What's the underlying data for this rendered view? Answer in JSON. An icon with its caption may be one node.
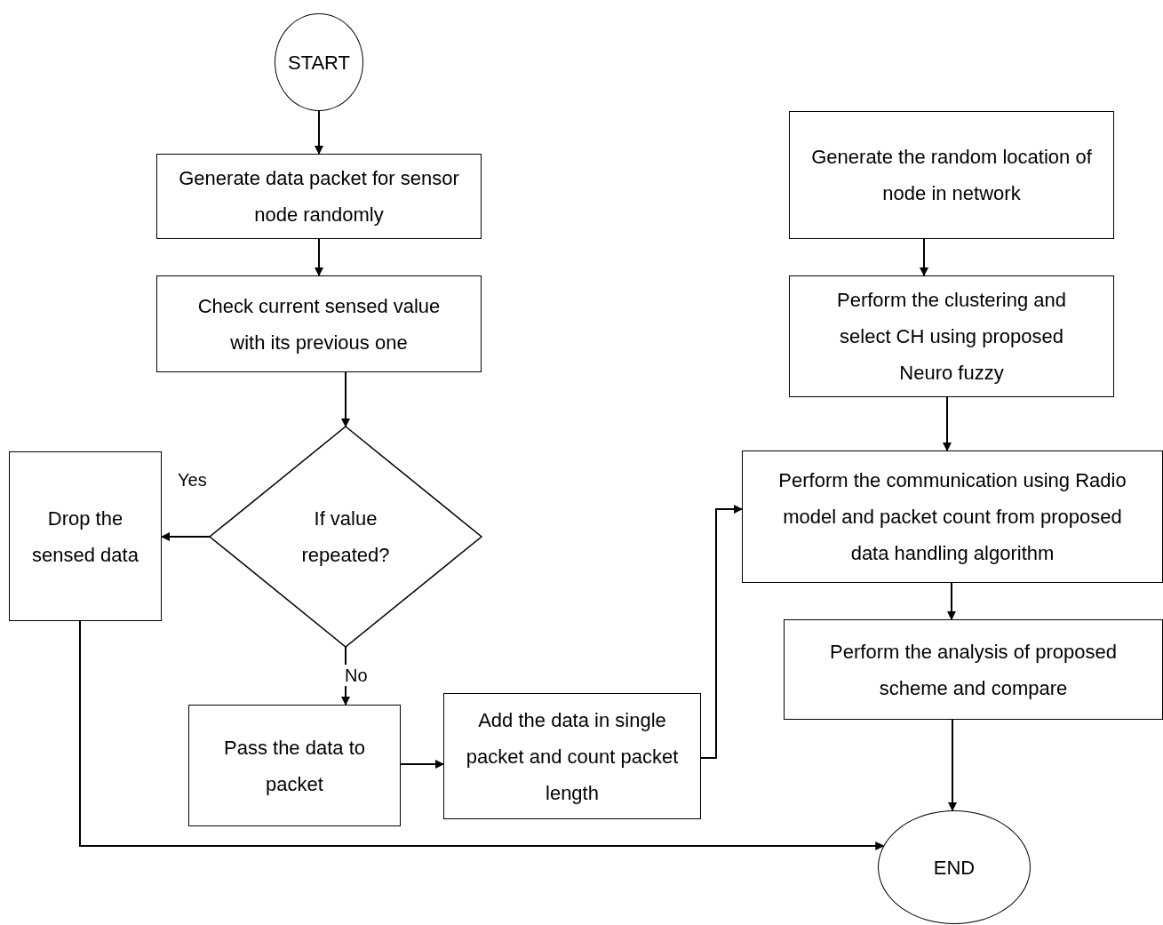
{
  "diagram": {
    "nodes": [
      {
        "text": [
          "START"
        ]
      },
      {
        "text": [
          "Generate data packet for sensor node randomly"
        ]
      },
      {
        "text": [
          "Check current sensed value with its previous one"
        ]
      },
      {
        "text": [
          "If value repeated?"
        ]
      },
      {
        "text": [
          "Drop the sensed data"
        ]
      },
      {
        "text": [
          "Pass the data to packet"
        ]
      },
      {
        "text": [
          "Add the data in single packet and count packet length"
        ]
      },
      {
        "text": [
          "Generate the random location of node in network"
        ]
      },
      {
        "text": [
          "Perform the clustering and select CH using proposed Neuro fuzzy"
        ]
      },
      {
        "text": [
          "Perform the communication using Radio model and packet count from proposed data handling algorithm"
        ]
      },
      {
        "text": [
          "Perform the analysis of proposed scheme and compare"
        ]
      },
      {
        "text": [
          "END"
        ]
      }
    ],
    "edges": [
      {
        "from": 0,
        "to": 1,
        "arrow": "to"
      },
      {
        "from": 1,
        "to": 2,
        "arrow": "to"
      },
      {
        "from": 2,
        "to": 3,
        "arrow": "to"
      },
      {
        "from": 3,
        "to": 4,
        "arrow": "to",
        "label": "Yes"
      },
      {
        "from": 3,
        "to": 5,
        "arrow": "to",
        "label": "No"
      },
      {
        "from": 5,
        "to": 6,
        "arrow": "to"
      },
      {
        "from": 6,
        "to": 9,
        "arrow": "to"
      },
      {
        "from": 7,
        "to": 8,
        "arrow": "to"
      },
      {
        "from": 8,
        "to": 9,
        "arrow": "to"
      },
      {
        "from": 9,
        "to": 10,
        "arrow": "to"
      },
      {
        "from": 10,
        "to": 11,
        "arrow": "to"
      },
      {
        "from": 4,
        "to": 11,
        "arrow": "to"
      }
    ]
  }
}
